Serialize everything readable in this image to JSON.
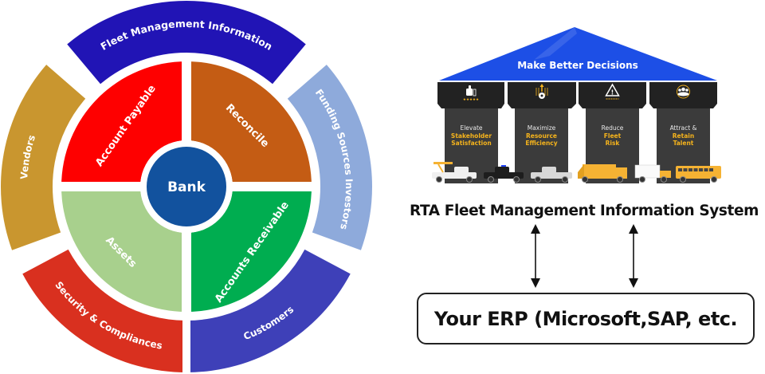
{
  "wheel": {
    "center": {
      "label": "Bank",
      "color": "#12529e"
    },
    "inner_segments": [
      {
        "label": "Account Payable",
        "color": "#fe0000"
      },
      {
        "label": "Reconcile",
        "color": "#c45c14"
      },
      {
        "label": "Accounts Receivable",
        "color": "#00ad50"
      },
      {
        "label": "Assets",
        "color": "#a8d08d"
      }
    ],
    "outer_segments": [
      {
        "label": "Fleet Management Information",
        "color": "#2114b5"
      },
      {
        "label": "Funding Sources Investors",
        "color": "#8eaadb"
      },
      {
        "label": "Customers",
        "color": "#3e40b8"
      },
      {
        "label": "Security & Compliances",
        "color": "#d9301f"
      },
      {
        "label": "Vendors",
        "color": "#c9962f"
      }
    ]
  },
  "temple": {
    "roof_label": "Make Better Decisions",
    "roof_color": "#1d4fe6",
    "accent_color": "#f5b31c",
    "pillars": [
      {
        "icon": "thumbs-up-stars-icon",
        "line1": "Elevate",
        "line2": "Stakeholder",
        "line3": "Satisfaction"
      },
      {
        "icon": "gear-arrows-up-icon",
        "line1": "Maximize",
        "line2": "Resource",
        "line3": "Efficiency"
      },
      {
        "icon": "warning-triangle-icon",
        "line1": "Reduce",
        "line2": "Fleet",
        "line3": "Risk"
      },
      {
        "icon": "team-people-icon",
        "line1": "Attract &",
        "line2": "Retain",
        "line3": "Talent"
      }
    ],
    "vehicles": [
      "bucket-truck",
      "police-suv",
      "pickup-truck",
      "garbage-truck",
      "box-van",
      "school-bus"
    ]
  },
  "system": {
    "title": "RTA Fleet Management Information System",
    "erp_label": "Your ERP (Microsoft,SAP, etc."
  }
}
